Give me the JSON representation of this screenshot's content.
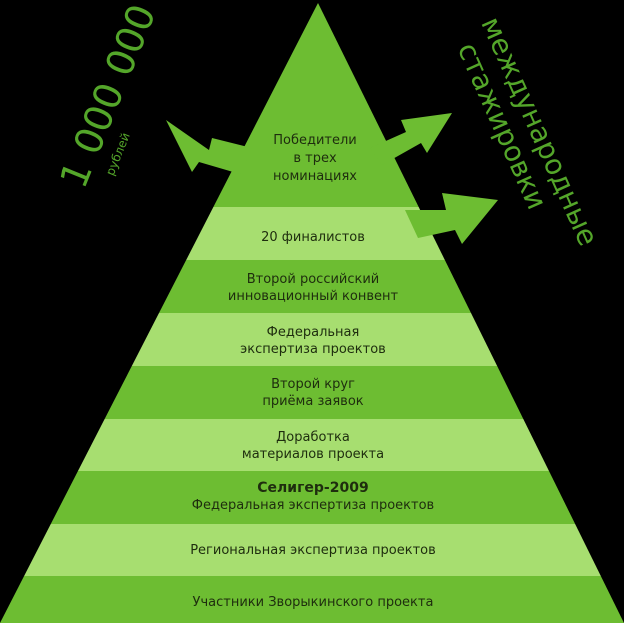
{
  "pyramid": {
    "apex_label": [
      "Победители",
      "в трех",
      "номинациях"
    ],
    "levels": [
      {
        "lines": [
          "20 финалистов"
        ],
        "bold_first": false
      },
      {
        "lines": [
          "Второй российский",
          "инновационный конвент"
        ],
        "bold_first": false
      },
      {
        "lines": [
          "Федеральная",
          "экспертиза проектов"
        ],
        "bold_first": false
      },
      {
        "lines": [
          "Второй круг",
          "приёма заявок"
        ],
        "bold_first": false
      },
      {
        "lines": [
          "Доработка",
          "материалов проекта"
        ],
        "bold_first": false
      },
      {
        "lines": [
          "Селигер-2009",
          "Федеральная экспертиза проектов"
        ],
        "bold_first": true
      },
      {
        "lines": [
          "Региональная экспертиза проектов"
        ],
        "bold_first": false
      },
      {
        "lines": [
          "Участники Зворыкинского проекта"
        ],
        "bold_first": false
      }
    ]
  },
  "prize": {
    "amount": "1 000 000",
    "unit": "рублей"
  },
  "internships": {
    "line1": "международные",
    "line2": "стажировки"
  },
  "colors": {
    "background": "#000000",
    "dark_green": "#6dbd32",
    "light_green": "#a7de70",
    "text": "#1e2d0e",
    "accent_text": "#54a62a"
  }
}
